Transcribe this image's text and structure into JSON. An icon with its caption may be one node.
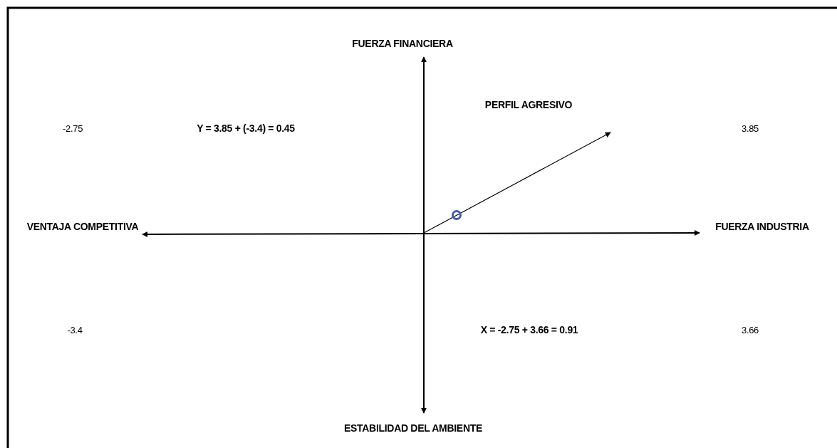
{
  "diagram": {
    "labels": [
      "FUERZA FINANCIERA",
      "PERFIL AGRESIVO",
      "-2.75",
      "Y = 3.85 + (-3.4) = 0.45",
      "3.85",
      "VENTAJA COMPETITIVA",
      "FUERZA INDUSTRIA",
      "-3.4",
      "X = -2.75 + 3.66 = 0.91",
      "3.66",
      "ESTABILIDAD DEL AMBIENTE"
    ]
  }
}
